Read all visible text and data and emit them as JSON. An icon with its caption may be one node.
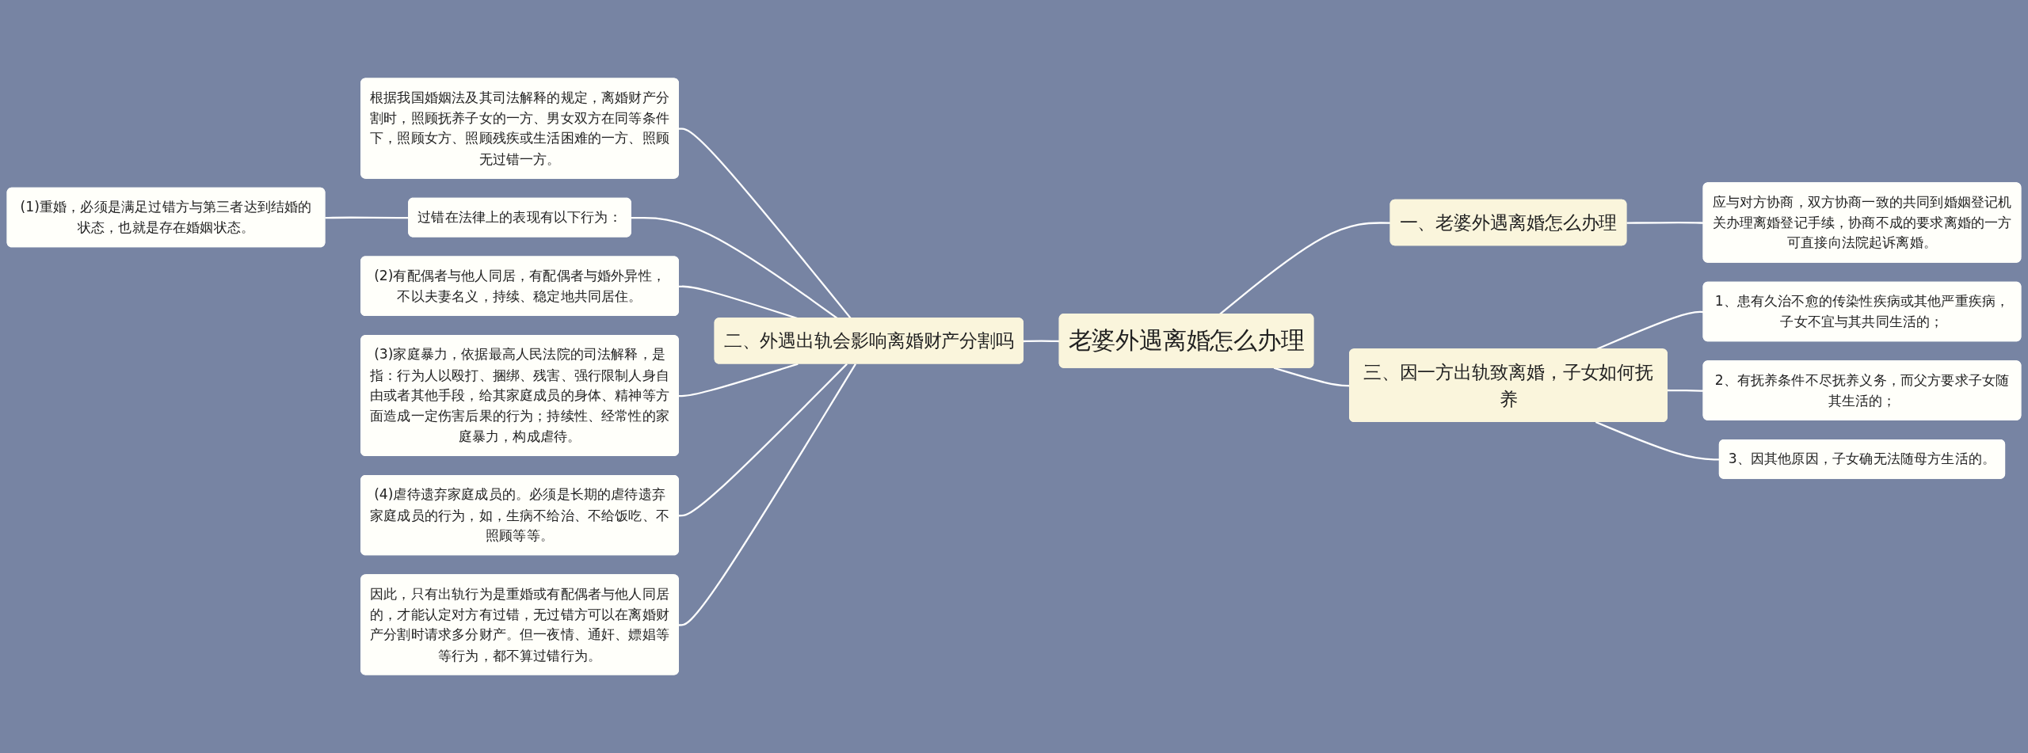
{
  "diagram": {
    "nodes": [
      {
        "text": [
          "老婆外遇离婚怎么办理"
        ]
      },
      {
        "text": [
          "一、老婆外遇离婚怎么办理"
        ]
      },
      {
        "text": [
          "应与对方协商，双方协商一致的共同到婚姻登记机关办理离婚登记手续，协商不成的要求离婚的一方可直接向法院起诉离婚。"
        ]
      },
      {
        "text": [
          "二、外遇出轨会影响离婚财产分割吗"
        ]
      },
      {
        "text": [
          "根据我国婚姻法及其司法解释的规定，离婚财产分割时，照顾抚养子女的一方、男女双方在同等条件下，照顾女方、照顾残疾或生活困难的一方、照顾无过错一方。"
        ]
      },
      {
        "text": [
          "过错在法律上的表现有以下行为："
        ]
      },
      {
        "text": [
          "(1)重婚，必须是满足过错方与第三者达到结婚的状态，也就是存在婚姻状态。"
        ]
      },
      {
        "text": [
          "(2)有配偶者与他人同居，有配偶者与婚外异性，不以夫妻名义，持续、稳定地共同居住。"
        ]
      },
      {
        "text": [
          "(3)家庭暴力，依据最高人民法院的司法解释，是指：行为人以殴打、捆绑、残害、强行限制人身自由或者其他手段，给其家庭成员的身体、精神等方面造成一定伤害后果的行为；持续性、经常性的家庭暴力，构成虐待。"
        ]
      },
      {
        "text": [
          "(4)虐待遗弃家庭成员的。必须是长期的虐待遗弃家庭成员的行为，如，生病不给治、不给饭吃、不照顾等等。"
        ]
      },
      {
        "text": [
          "因此，只有出轨行为是重婚或有配偶者与他人同居的，才能认定对方有过错，无过错方可以在离婚财产分割时请求多分财产。但一夜情、通奸、嫖娼等等行为，都不算过错行为。"
        ]
      },
      {
        "text": [
          "三、因一方出轨致离婚，子女如何抚养"
        ]
      },
      {
        "text": [
          "1、患有久治不愈的传染性疾病或其他严重疾病，子女不宜与其共同生活的；"
        ]
      },
      {
        "text": [
          "2、有抚养条件不尽抚养义务，而父方要求子女随其生活的；"
        ]
      },
      {
        "text": [
          "3、因其他原因，子女确无法随母方生活的。"
        ]
      }
    ],
    "edges": [
      {
        "from": 0,
        "to": 1,
        "arrow": "none"
      },
      {
        "from": 1,
        "to": 2,
        "arrow": "none"
      },
      {
        "from": 3,
        "to": 0,
        "arrow": "none"
      },
      {
        "from": 4,
        "to": 3,
        "arrow": "none"
      },
      {
        "from": 5,
        "to": 3,
        "arrow": "none"
      },
      {
        "from": 6,
        "to": 5,
        "arrow": "none"
      },
      {
        "from": 7,
        "to": 3,
        "arrow": "none"
      },
      {
        "from": 8,
        "to": 3,
        "arrow": "none"
      },
      {
        "from": 9,
        "to": 3,
        "arrow": "none"
      },
      {
        "from": 10,
        "to": 3,
        "arrow": "none"
      },
      {
        "from": 0,
        "to": 11,
        "arrow": "none"
      },
      {
        "from": 11,
        "to": 12,
        "arrow": "none"
      },
      {
        "from": 11,
        "to": 13,
        "arrow": "none"
      },
      {
        "from": 11,
        "to": 14,
        "arrow": "none"
      }
    ]
  }
}
